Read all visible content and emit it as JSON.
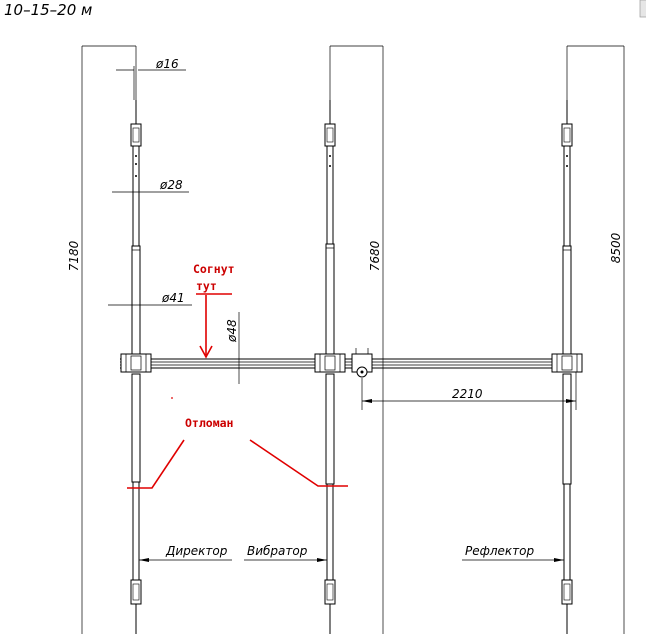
{
  "title": "10–15–20 м",
  "dimensions": {
    "d16": "ø16",
    "d28": "ø28",
    "d41": "ø41",
    "d48": "ø48",
    "len_director": "7180",
    "len_vibrator": "7680",
    "len_reflector": "8500",
    "spacing": "2210"
  },
  "elements": {
    "director": "Директор",
    "vibrator": "Вибратор",
    "reflector": "Рефлектор"
  },
  "notes": {
    "bent_line1": "Согнут",
    "bent_line2": "тут",
    "broken": "Отломан"
  },
  "colors": {
    "annotation": "#cc0000",
    "ink": "#000000",
    "background": "#ffffff"
  }
}
